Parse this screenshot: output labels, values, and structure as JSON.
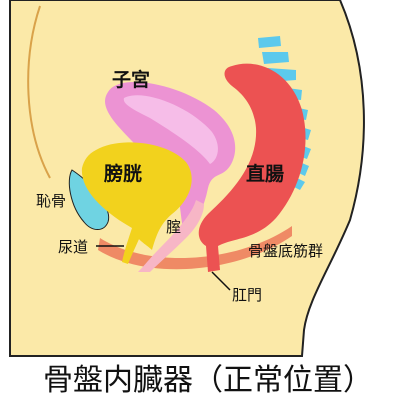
{
  "diagram": {
    "title": "骨盤内臓器（正常位置）",
    "labels": {
      "uterus": "子宮",
      "bladder": "膀胱",
      "rectum": "直腸",
      "pubic_bone": "恥骨",
      "vagina": "腟",
      "urethra": "尿道",
      "pelvic_floor": "骨盤底筋群",
      "anus": "肛門"
    }
  },
  "colors": {
    "background": "#ffffff",
    "body": "#fbe9a8",
    "body_outline": "#222222",
    "uterus": "#ec93d3",
    "uterus_light": "#f6bde8",
    "bladder": "#f2d21d",
    "rectum": "#ec5252",
    "pubic_bone": "#6fd3e2",
    "spine": "#5cc9ec",
    "pelvic_floor": "#ee8561",
    "vagina": "#f7b6c6"
  }
}
